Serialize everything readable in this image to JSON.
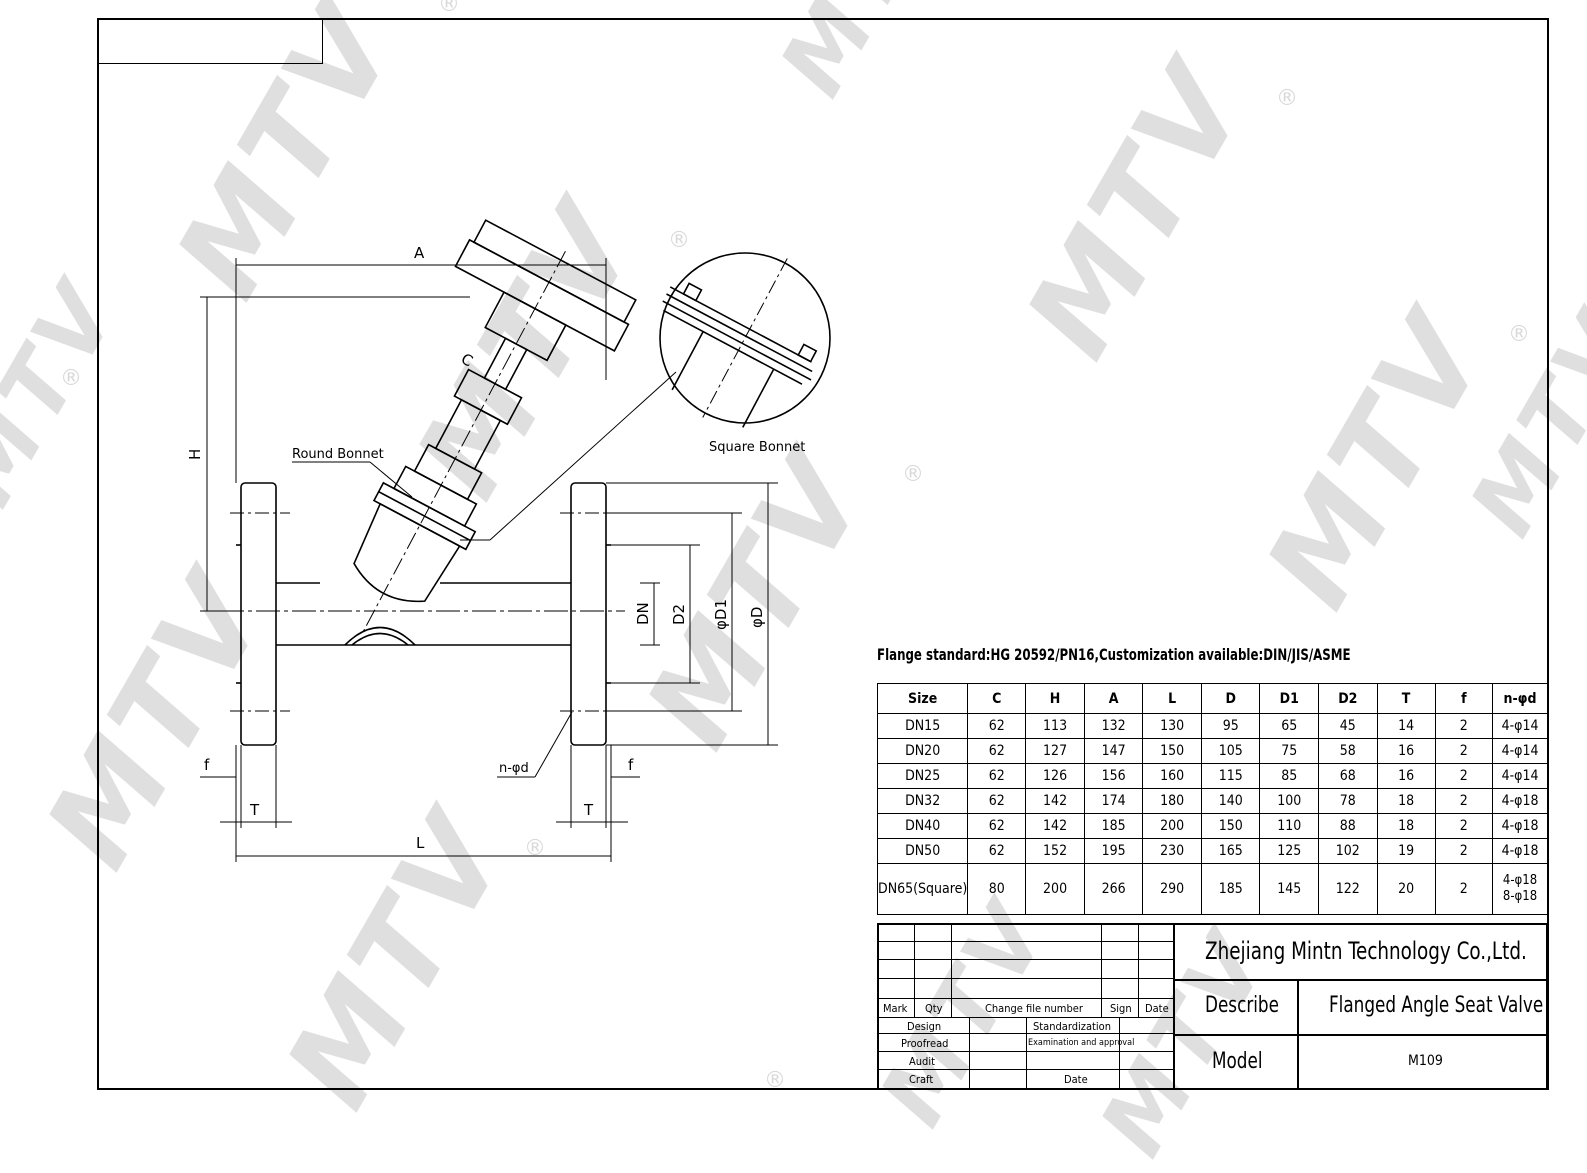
{
  "drawing": {
    "labels": {
      "dim_a": "A",
      "dim_c": "C",
      "dim_h": "H",
      "dim_l": "L",
      "dim_t_left": "T",
      "dim_t_right": "T",
      "dim_f_left": "f",
      "dim_f_right": "f",
      "dim_dn": "DN",
      "dim_d2": "D2",
      "dim_d1": "φD1",
      "dim_d": "φD",
      "bolt_holes": "n-φd",
      "round_bonnet": "Round Bonnet",
      "square_bonnet": "Square Bonnet"
    }
  },
  "watermark": {
    "text": "MTV",
    "registered": "®"
  },
  "flange_note": "Flange standard:HG 20592/PN16,Customization available:DIN/JIS/ASME",
  "spec_table": {
    "headers": [
      "Size",
      "C",
      "H",
      "A",
      "L",
      "D",
      "D1",
      "D2",
      "T",
      "f",
      "n-φd"
    ],
    "rows": [
      [
        "DN15",
        "62",
        "113",
        "132",
        "130",
        "95",
        "65",
        "45",
        "14",
        "2",
        "4-φ14"
      ],
      [
        "DN20",
        "62",
        "127",
        "147",
        "150",
        "105",
        "75",
        "58",
        "16",
        "2",
        "4-φ14"
      ],
      [
        "DN25",
        "62",
        "126",
        "156",
        "160",
        "115",
        "85",
        "68",
        "16",
        "2",
        "4-φ14"
      ],
      [
        "DN32",
        "62",
        "142",
        "174",
        "180",
        "140",
        "100",
        "78",
        "18",
        "2",
        "4-φ18"
      ],
      [
        "DN40",
        "62",
        "142",
        "185",
        "200",
        "150",
        "110",
        "88",
        "18",
        "2",
        "4-φ18"
      ],
      [
        "DN50",
        "62",
        "152",
        "195",
        "230",
        "165",
        "125",
        "102",
        "19",
        "2",
        "4-φ18"
      ],
      [
        "DN65(Square)",
        "80",
        "200",
        "266",
        "290",
        "185",
        "145",
        "122",
        "20",
        "2",
        "4-φ18\n8-φ18"
      ]
    ]
  },
  "title_block": {
    "company": "Zhejiang Mintn Technology Co.,Ltd.",
    "describe_label": "Describe",
    "describe_value": "Flanged Angle Seat Valve",
    "model_label": "Model",
    "model_value": "M109",
    "revision_headers": {
      "mark": "Mark",
      "qty": "Qty",
      "change_file": "Change file number",
      "sign": "Sign",
      "date": "Date"
    },
    "approvals": {
      "design": "Design",
      "proofread": "Proofread",
      "audit": "Audit",
      "craft": "Craft",
      "standardization": "Standardization",
      "examination": "Examination and approval",
      "date": "Date"
    }
  }
}
